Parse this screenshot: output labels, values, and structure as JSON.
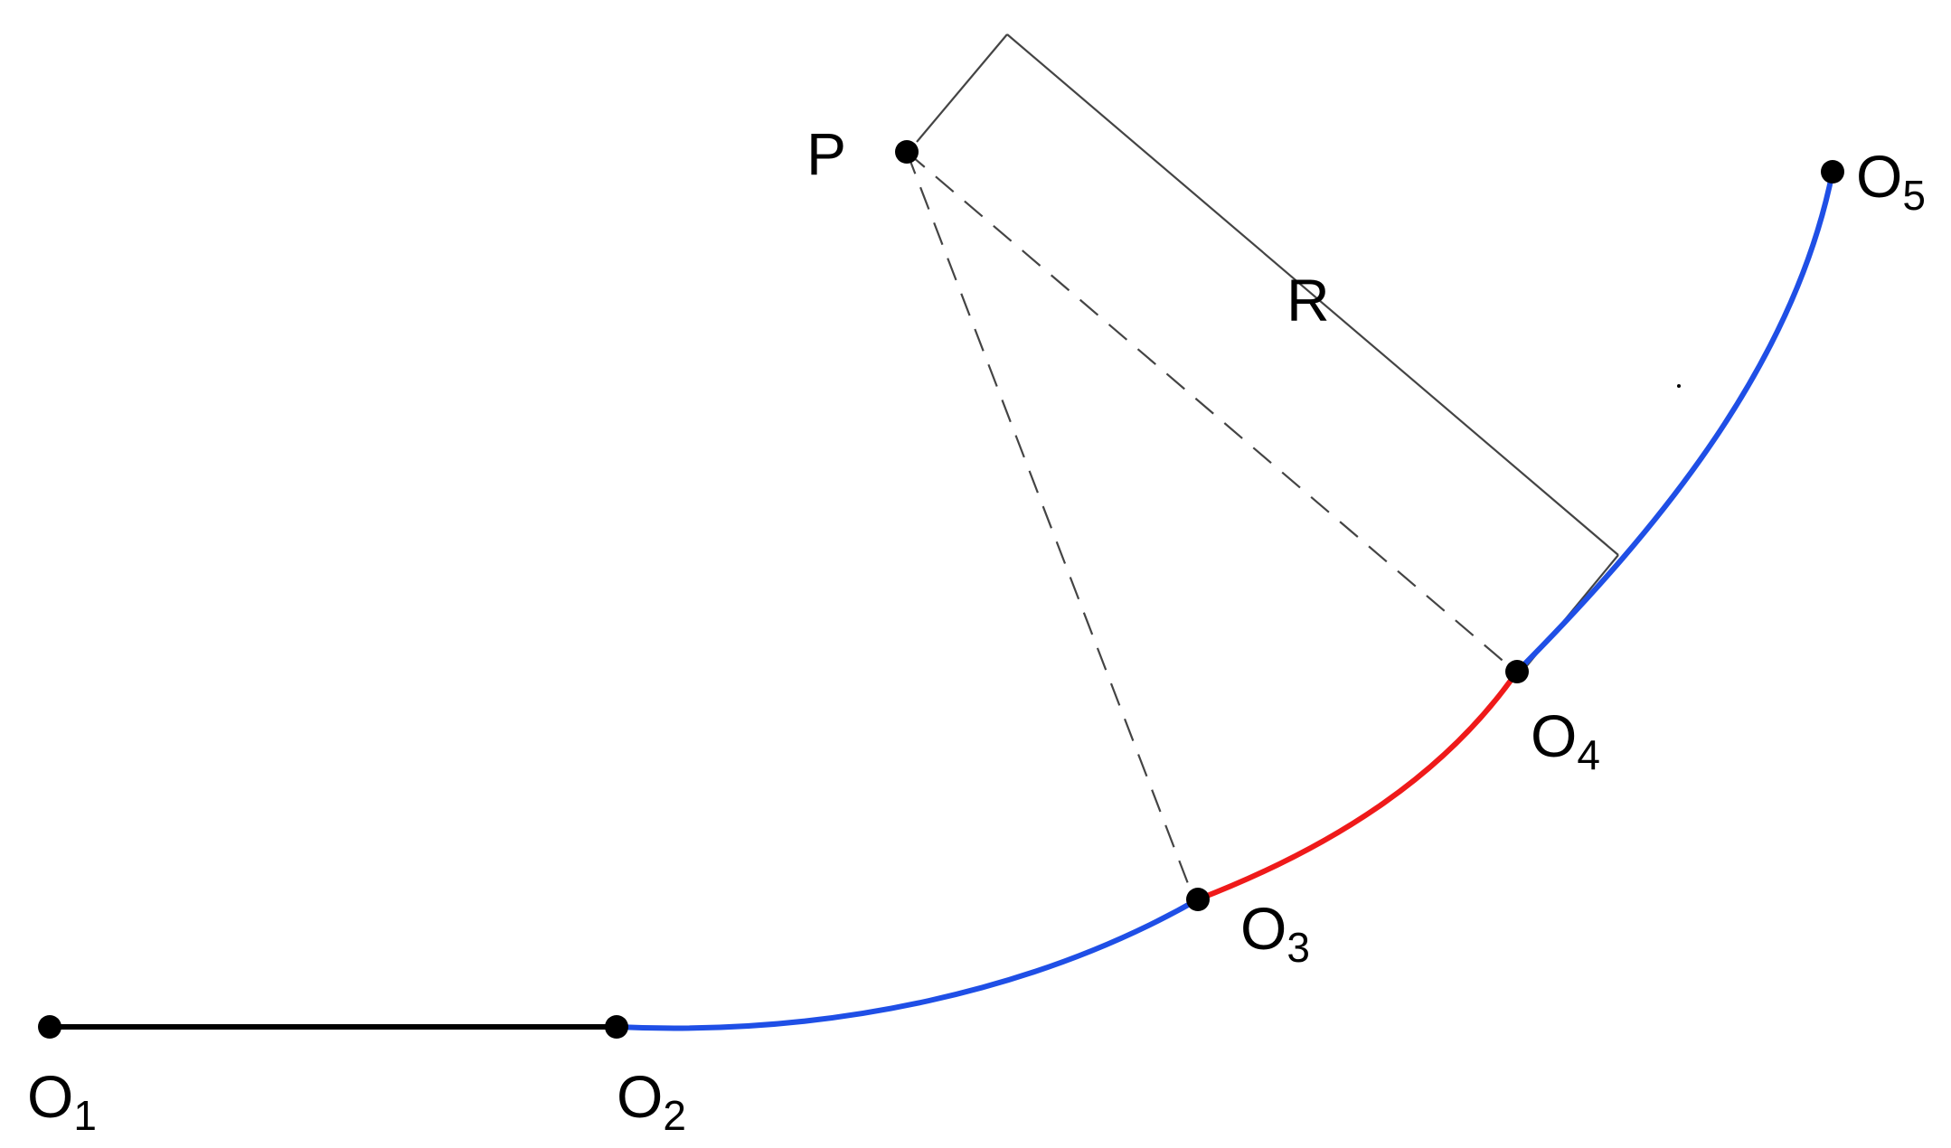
{
  "diagram": {
    "points": {
      "P": {
        "label": "P"
      },
      "O1": {
        "letter": "O",
        "sub": "1"
      },
      "O2": {
        "letter": "O",
        "sub": "2"
      },
      "O3": {
        "letter": "O",
        "sub": "3"
      },
      "O4": {
        "letter": "O",
        "sub": "4"
      },
      "O5": {
        "letter": "O",
        "sub": "5"
      }
    },
    "radius_label": "R",
    "colors": {
      "straight_segment": "#000000",
      "transition_curves": "#1f4fe6",
      "circular_arc": "#ef1a1a",
      "construction_lines": "#444444",
      "points": "#000000"
    }
  }
}
